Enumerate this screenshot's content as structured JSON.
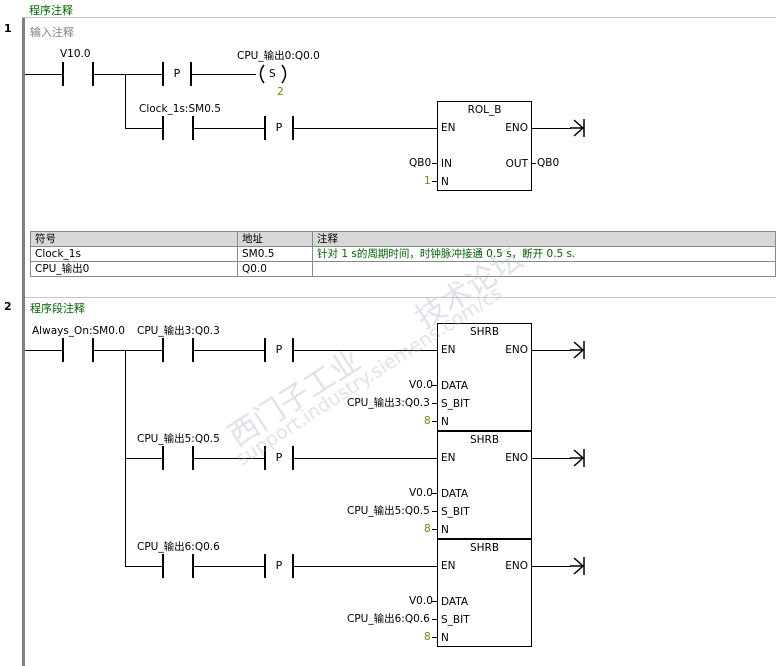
{
  "program_comment": "程序注释",
  "networks": [
    {
      "number": "1",
      "comment": "输入注释",
      "contact1": "V10.0",
      "contact2": "Clock_1s:SM0.5",
      "p_label": "P",
      "coil": {
        "address": "CPU_输出0:Q0.0",
        "type": "S",
        "count": "2"
      },
      "block": {
        "title": "ROL_B",
        "en": "EN",
        "eno": "ENO",
        "in_label": "IN",
        "out_label": "OUT",
        "n_label": "N",
        "in_value": "QB0",
        "out_value": "QB0",
        "n_value": "1"
      },
      "symbol_table": {
        "headers": [
          "符号",
          "地址",
          "注释"
        ],
        "rows": [
          [
            "Clock_1s",
            "SM0.5",
            "针对 1 s的周期时间，时钟脉冲接通 0.5 s，断开 0.5 s."
          ],
          [
            "CPU_输出0",
            "Q0.0",
            ""
          ]
        ]
      }
    },
    {
      "number": "2",
      "comment": "程序段注释",
      "contact_main": "Always_On:SM0.0",
      "branches": [
        {
          "contact": "CPU_输出3:Q0.3",
          "data": "V0.0",
          "s_bit": "CPU_输出3:Q0.3",
          "n": "8"
        },
        {
          "contact": "CPU_输出5:Q0.5",
          "data": "V0.0",
          "s_bit": "CPU_输出5:Q0.5",
          "n": "8"
        },
        {
          "contact": "CPU_输出6:Q0.6",
          "data": "V0.0",
          "s_bit": "CPU_输出6:Q0.6",
          "n": "8"
        }
      ],
      "block_title": "SHRB",
      "pins": {
        "en": "EN",
        "eno": "ENO",
        "data": "DATA",
        "s_bit": "S_BIT",
        "n": "N"
      }
    }
  ],
  "watermark": {
    "line1": "西门子工业",
    "line2": "support.industry.siemens.com/cs",
    "line3": "技术论坛"
  }
}
